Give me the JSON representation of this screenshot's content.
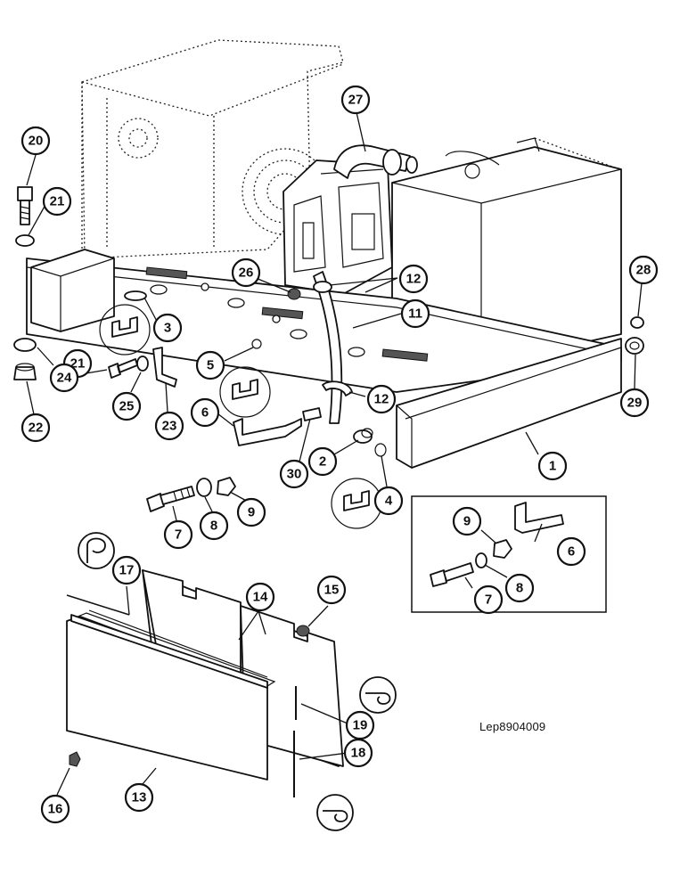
{
  "figure": {
    "reference_code": "Lep8904009"
  },
  "callouts": [
    {
      "label": "20",
      "part": "bolt"
    },
    {
      "label": "21",
      "part": "washer-top"
    },
    {
      "label": "21",
      "part": "washer-lower"
    },
    {
      "label": "22",
      "part": "nut"
    },
    {
      "label": "24",
      "part": "bolt-small"
    },
    {
      "label": "25",
      "part": "washer"
    },
    {
      "label": "23",
      "part": "bracket"
    },
    {
      "label": "3",
      "part": "grommet-oval"
    },
    {
      "label": "5",
      "part": "grommet-round"
    },
    {
      "label": "6",
      "part": "support-bracket"
    },
    {
      "label": "7",
      "part": "bolt"
    },
    {
      "label": "8",
      "part": "washer"
    },
    {
      "label": "9",
      "part": "nut"
    },
    {
      "label": "30",
      "part": "clip"
    },
    {
      "label": "2",
      "part": "plug"
    },
    {
      "label": "4",
      "part": "ring"
    },
    {
      "label": "1",
      "part": "side-cover"
    },
    {
      "label": "26",
      "part": "nut"
    },
    {
      "label": "12",
      "part": "clamp-upper"
    },
    {
      "label": "11",
      "part": "hose"
    },
    {
      "label": "12",
      "part": "clamp-lower"
    },
    {
      "label": "27",
      "part": "air-duct"
    },
    {
      "label": "28",
      "part": "cap"
    },
    {
      "label": "29",
      "part": "plug"
    },
    {
      "label": "9",
      "part": "nut-inset"
    },
    {
      "label": "6",
      "part": "bracket-inset"
    },
    {
      "label": "7",
      "part": "bolt-inset"
    },
    {
      "label": "8",
      "part": "washer-inset"
    },
    {
      "label": "17",
      "part": "seal-strip"
    },
    {
      "label": "14",
      "part": "insulation-pad"
    },
    {
      "label": "15",
      "part": "nut"
    },
    {
      "label": "13",
      "part": "panel"
    },
    {
      "label": "16",
      "part": "nut"
    },
    {
      "label": "19",
      "part": "seal-vertical"
    },
    {
      "label": "18",
      "part": "seal-vertical-long"
    }
  ]
}
